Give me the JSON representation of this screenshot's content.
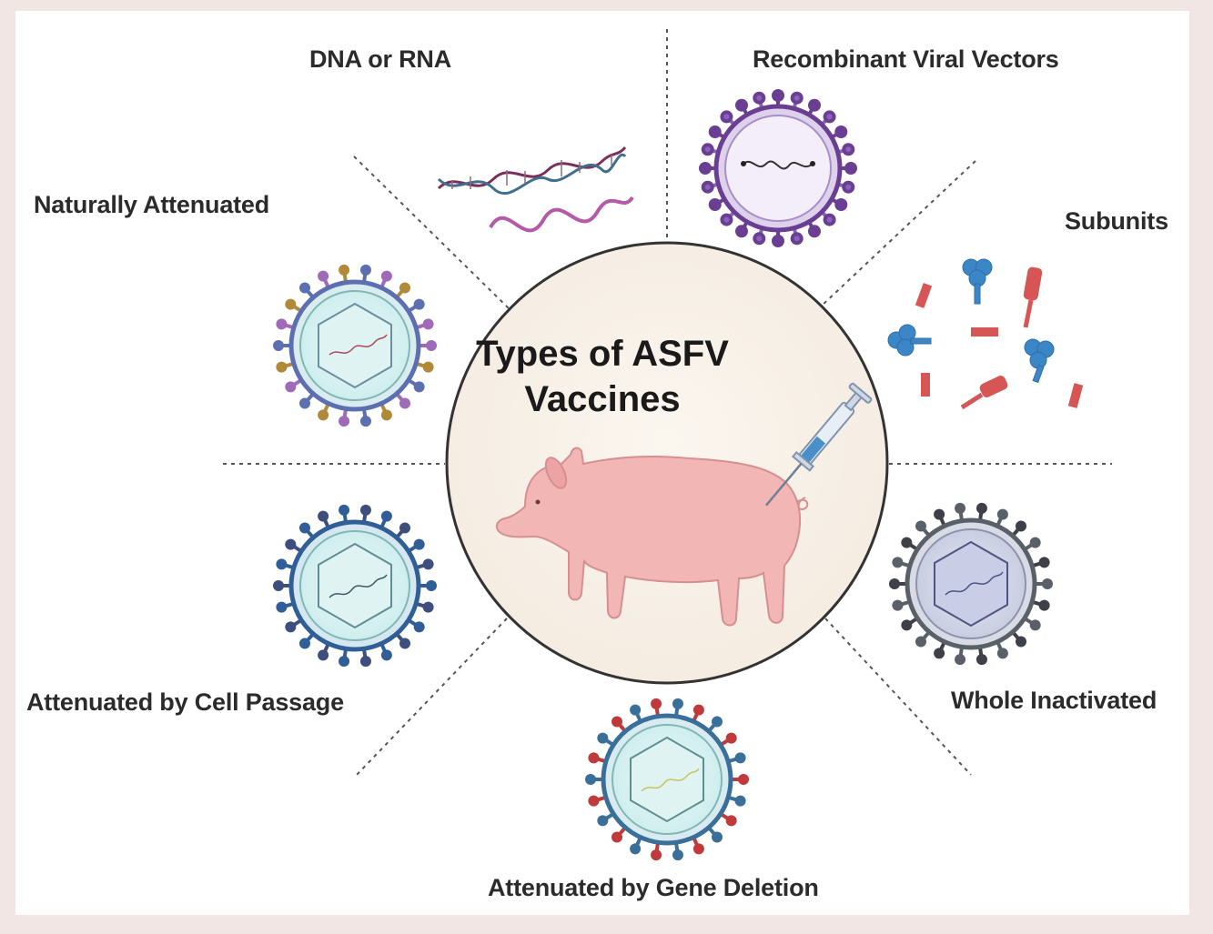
{
  "center": {
    "title_line1": "Types of ASFV",
    "title_line2": "Vaccines"
  },
  "categories": {
    "dna_rna": "DNA or RNA",
    "recombinant": "Recombinant Viral Vectors",
    "naturally": "Naturally Attenuated",
    "subunits": "Subunits",
    "cell_passage": "Attenuated by Cell Passage",
    "whole_inactivated": "Whole Inactivated",
    "gene_deletion": "Attenuated by Gene Deletion"
  },
  "colors": {
    "circle_fill": "#f8f1e8",
    "pig": "#f2b6b5",
    "dna_strand_1": "#7a2f5a",
    "dna_strand_2": "#3f6f8f",
    "rna": "#b45aa8",
    "recombinant_virus": "#6a3f93",
    "natural_spike_a": "#a06ab8",
    "natural_spike_b": "#b08a38",
    "cell_passage_virus": "#2f5f96",
    "inactivated_virus": "#5a6068",
    "gene_deletion_spike_a": "#c0393b",
    "gene_deletion_spike_b": "#3a6f9a",
    "subunit_blue": "#3b86c6",
    "subunit_red": "#d65656"
  }
}
